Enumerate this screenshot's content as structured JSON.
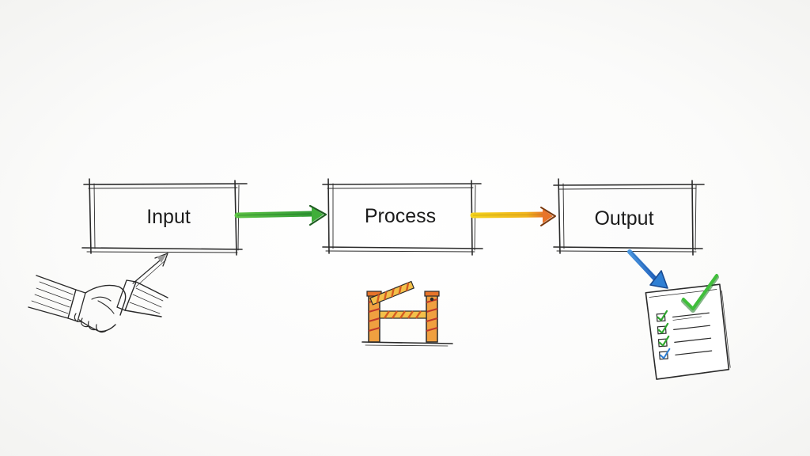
{
  "diagram": {
    "steps": [
      {
        "label": "Input"
      },
      {
        "label": "Process"
      },
      {
        "label": "Output"
      }
    ],
    "arrows": [
      {
        "from": "Input",
        "to": "Process",
        "color": "#3fae3a"
      },
      {
        "from": "Process",
        "to": "Output",
        "color": "#f0c419"
      },
      {
        "from": "Output",
        "to": "checklist",
        "color": "#2f7fd4"
      }
    ],
    "illustrations": [
      {
        "name": "handshake-icon",
        "near": "Input"
      },
      {
        "name": "barrier-gate-icon",
        "near": "Process"
      },
      {
        "name": "checklist-icon",
        "near": "Output"
      }
    ],
    "colors": {
      "pencil": "#2a2a2a",
      "green_arrow": "#3fae3a",
      "yellow_arrow": "#f0c419",
      "orange_tip": "#e8742a",
      "blue_arrow": "#2f7fd4",
      "check_green": "#2fa52f",
      "barrier_orange": "#e8742a"
    }
  }
}
